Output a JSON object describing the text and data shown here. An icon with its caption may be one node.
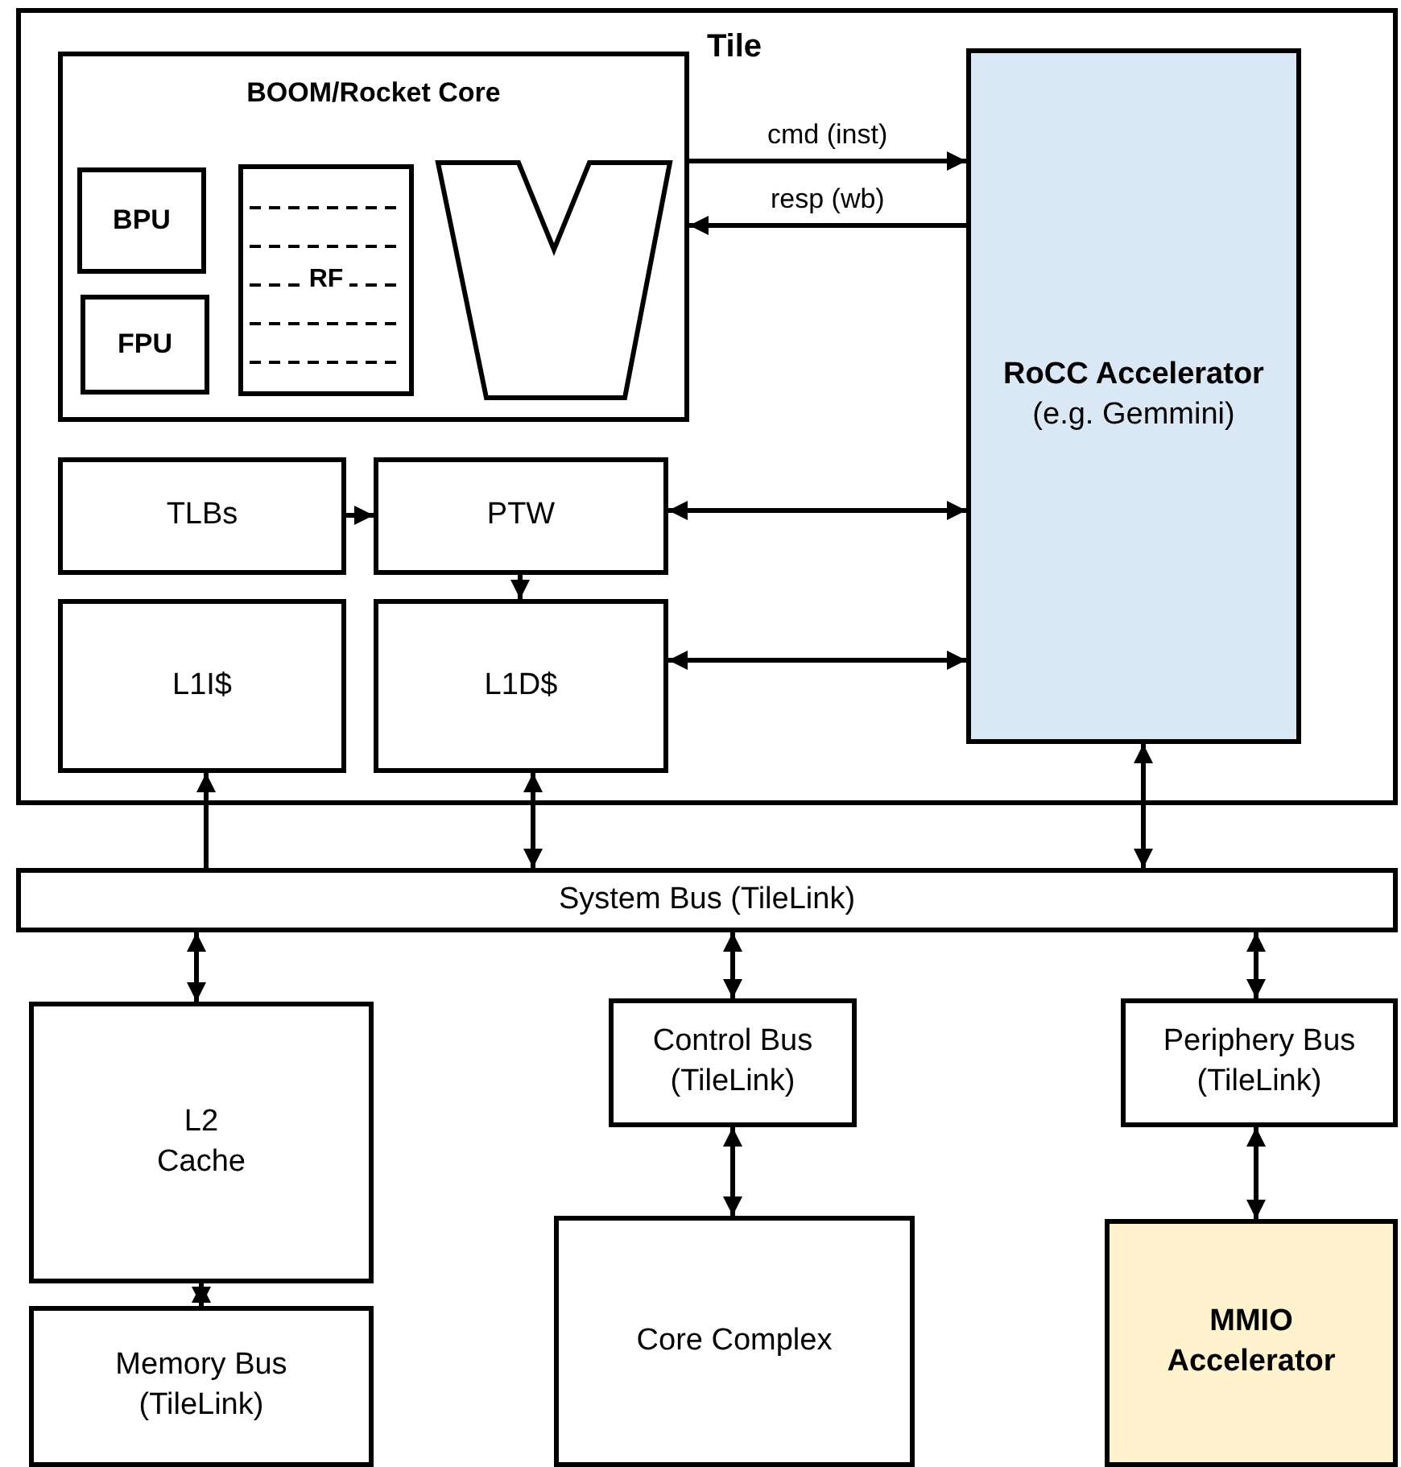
{
  "diagram": {
    "nodes": [
      {
        "text": [
          "Tile"
        ]
      },
      {
        "text": [
          "BOOM/Rocket Core"
        ],
        "in": 0
      },
      {
        "text": [
          "BPU"
        ],
        "in": 1
      },
      {
        "text": [
          "FPU"
        ],
        "in": 1
      },
      {
        "text": [
          "RF"
        ],
        "in": 1
      },
      {
        "text": [],
        "shape": "trapezoid",
        "in": 1
      },
      {
        "text": [
          "RoCC Accelerator",
          "(e.g. Gemmini)"
        ],
        "in": 0
      },
      {
        "text": [
          "TLBs"
        ],
        "in": 0
      },
      {
        "text": [
          "PTW"
        ],
        "in": 0
      },
      {
        "text": [
          "L1I$"
        ],
        "in": 0
      },
      {
        "text": [
          "L1D$"
        ],
        "in": 0
      },
      {
        "text": [
          "System Bus (TileLink)"
        ]
      },
      {
        "text": [
          "L2 Cache"
        ]
      },
      {
        "text": [
          "Memory Bus (TileLink)"
        ]
      },
      {
        "text": [
          "Control Bus (TileLink)"
        ]
      },
      {
        "text": [
          "Core Complex"
        ]
      },
      {
        "text": [
          "Periphery Bus (TileLink)"
        ]
      },
      {
        "text": [
          "MMIO Accelerator"
        ]
      }
    ],
    "edges": [
      {
        "from": 1,
        "to": 6,
        "arrow": "to",
        "label": "cmd (inst)"
      },
      {
        "from": 6,
        "to": 1,
        "arrow": "to",
        "label": "resp (wb)"
      },
      {
        "from": 7,
        "to": 8,
        "arrow": "to"
      },
      {
        "from": 8,
        "to": 6,
        "arrow": "both"
      },
      {
        "from": 8,
        "to": 10,
        "arrow": "to"
      },
      {
        "from": 10,
        "to": 6,
        "arrow": "both"
      },
      {
        "from": 11,
        "to": 9,
        "arrow": "to"
      },
      {
        "from": 10,
        "to": 11,
        "arrow": "both"
      },
      {
        "from": 6,
        "to": 11,
        "arrow": "both"
      },
      {
        "from": 11,
        "to": 12,
        "arrow": "both"
      },
      {
        "from": 11,
        "to": 14,
        "arrow": "both"
      },
      {
        "from": 11,
        "to": 16,
        "arrow": "both"
      },
      {
        "from": 12,
        "to": 13,
        "arrow": "both"
      },
      {
        "from": 14,
        "to": 15,
        "arrow": "both"
      },
      {
        "from": 16,
        "to": 17,
        "arrow": "both"
      }
    ]
  }
}
